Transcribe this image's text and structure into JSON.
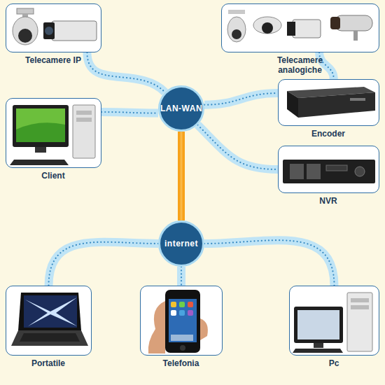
{
  "diagram": {
    "nodes": [
      {
        "text": [
          "Telecamere IP"
        ]
      },
      {
        "text": [
          "Telecamere analogiche"
        ]
      },
      {
        "text": [
          "LAN-WAN"
        ]
      },
      {
        "text": [
          "Client"
        ]
      },
      {
        "text": [
          "Encoder"
        ]
      },
      {
        "text": [
          "NVR"
        ]
      },
      {
        "text": [
          "internet"
        ]
      },
      {
        "text": [
          "Portatile"
        ]
      },
      {
        "text": [
          "Telefonia"
        ]
      },
      {
        "text": [
          "Pc"
        ]
      }
    ],
    "edges": [
      {
        "from": 0,
        "to": 2,
        "arrow": "none"
      },
      {
        "from": 1,
        "to": 4,
        "arrow": "none"
      },
      {
        "from": 3,
        "to": 2,
        "arrow": "none"
      },
      {
        "from": 2,
        "to": 4,
        "arrow": "none"
      },
      {
        "from": 2,
        "to": 5,
        "arrow": "none"
      },
      {
        "from": 2,
        "to": 6,
        "arrow": "none"
      },
      {
        "from": 6,
        "to": 7,
        "arrow": "none"
      },
      {
        "from": 6,
        "to": 8,
        "arrow": "none"
      },
      {
        "from": 6,
        "to": 9,
        "arrow": "none"
      }
    ]
  }
}
